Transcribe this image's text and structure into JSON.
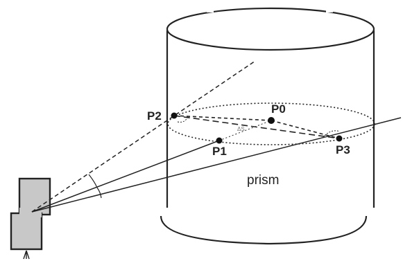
{
  "labels": {
    "p0": "P0",
    "p1": "P1",
    "p2": "P2",
    "p3": "P3",
    "prism": "prism",
    "dist_mark": "ΔS"
  },
  "colors": {
    "stroke": "#222222",
    "point": "#111111",
    "camera_fill": "#c8c8c8",
    "background": "#ffffff"
  },
  "elements": {
    "camera": "total-station-icon",
    "prism": "cylinder-prism"
  }
}
